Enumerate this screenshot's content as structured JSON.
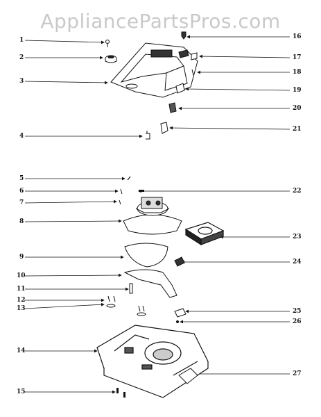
{
  "watermark": "AppliancePartsPros.com",
  "callouts": {
    "left": [
      "1",
      "2",
      "3",
      "4",
      "5",
      "6",
      "7",
      "8",
      "9",
      "10",
      "11",
      "12",
      "13",
      "14",
      "15"
    ],
    "right": [
      "16",
      "17",
      "18",
      "19",
      "20",
      "21",
      "22",
      "23",
      "24",
      "25",
      "26",
      "27"
    ]
  }
}
